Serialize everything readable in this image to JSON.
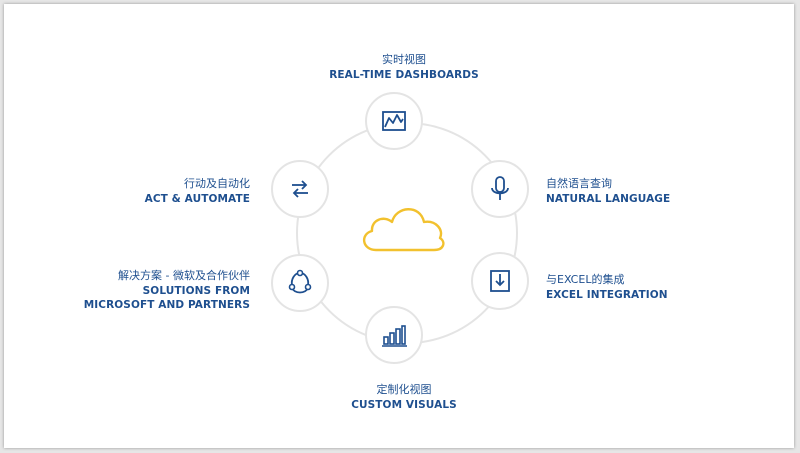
{
  "colors": {
    "accent": "#1e4f8f",
    "cloud": "#f2c12e",
    "ring": "#e4e4e4",
    "background": "#ffffff"
  },
  "features": {
    "realtime": {
      "cn": "实时视图",
      "en": "REAL-TIME DASHBOARDS",
      "icon": "dashboard-chart-icon"
    },
    "natural": {
      "cn": "自然语言查询",
      "en": "NATURAL LANGUAGE",
      "icon": "microphone-icon"
    },
    "excel": {
      "cn": "与EXCEL的集成",
      "en": "EXCEL INTEGRATION",
      "icon": "download-box-icon"
    },
    "custom": {
      "cn": "定制化视图",
      "en": "CUSTOM VISUALS",
      "icon": "bar-chart-icon"
    },
    "solutions": {
      "cn": "解决方案 - 微软及合作伙伴",
      "en1": "SOLUTIONS FROM",
      "en2": "MICROSOFT AND PARTNERS",
      "icon": "network-triangle-icon"
    },
    "automate": {
      "cn": "行动及自动化",
      "en": "ACT & AUTOMATE",
      "icon": "exchange-arrows-icon"
    }
  },
  "center": {
    "icon": "cloud-icon"
  }
}
